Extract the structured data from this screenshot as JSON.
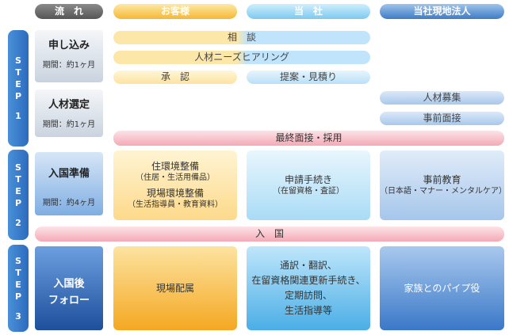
{
  "headers": {
    "flow": "流　れ",
    "client": "お客様",
    "us": "当　社",
    "local": "当社現地法人"
  },
  "steps": [
    {
      "label": [
        "S",
        "T",
        "E",
        "P",
        "1"
      ]
    },
    {
      "label": [
        "S",
        "T",
        "E",
        "P",
        "2"
      ]
    },
    {
      "label": [
        "S",
        "T",
        "E",
        "P",
        "3"
      ]
    }
  ],
  "flow": {
    "apply": {
      "title": "申し込み",
      "period": "期間：約1ヶ月"
    },
    "select": {
      "title": "人材選定",
      "period": "期間：約1ヶ月"
    },
    "prepare": {
      "title": "入国準備",
      "period": "期間：約4ヶ月"
    },
    "follow": {
      "title": "入国後",
      "title2": "フォロー"
    }
  },
  "step1": {
    "consult": "相　談",
    "hearing": "人材ニーズヒアリング",
    "approval": "承　認",
    "proposal": "提案・見積り",
    "recruit": "人材募集",
    "pre_interview": "事前面接",
    "final_interview": "最終面接・採用"
  },
  "step2": {
    "client_box": {
      "line1": "住環境整備",
      "line2": "（住居・生活用備品）",
      "line3": "現場環境整備",
      "line4": "（生活指導員・教育資料）"
    },
    "us_box": {
      "line1": "申請手続き",
      "line2": "（在留資格・査証）"
    },
    "local_box": {
      "line1": "事前教育",
      "line2": "（日本語・マナー・メンタルケア）"
    },
    "entry": "入　国"
  },
  "step3": {
    "client_box": "現場配属",
    "us_box": {
      "line1": "通訳・翻訳、",
      "line2": "在留資格関連更新手続き、",
      "line3": "定期訪問、",
      "line4": "生活指導等"
    },
    "local_box": "家族とのパイプ役"
  }
}
